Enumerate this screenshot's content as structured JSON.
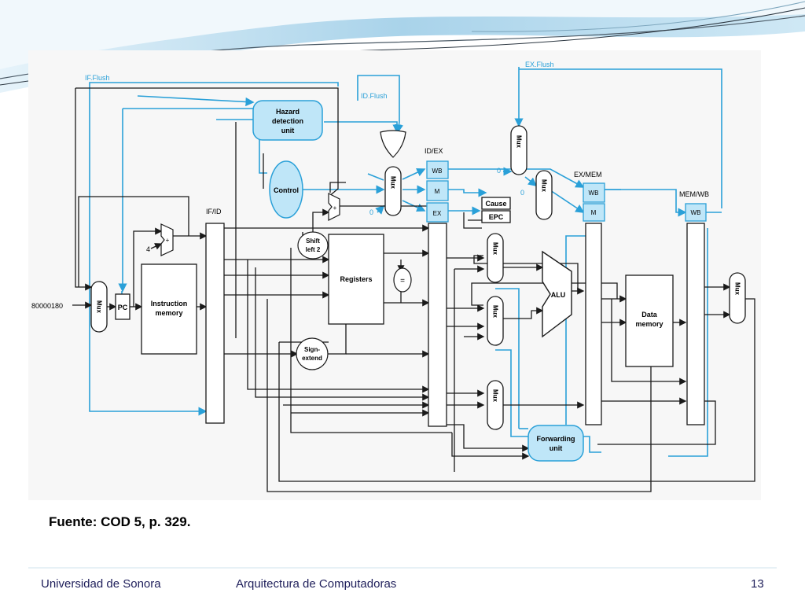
{
  "slide": {
    "caption": "Fuente: COD 5, p. 329.",
    "footer_left": "Universidad de Sonora",
    "footer_center": "Arquitectura de Computadoras",
    "page_number": "13"
  },
  "diagram": {
    "signals": {
      "if_flush": "IF.Flush",
      "id_flush": "ID.Flush",
      "ex_flush": "EX.Flush"
    },
    "constant_address": "80000180",
    "constant_four": "4",
    "constant_zero": "0",
    "units": {
      "hazard_detection": [
        "Hazard",
        "detection",
        "unit"
      ],
      "control": "Control",
      "pc": "PC",
      "instruction_memory": [
        "Instruction",
        "memory"
      ],
      "registers": "Registers",
      "shift_left": [
        "Shift",
        "left 2"
      ],
      "sign_extend": [
        "Sign-",
        "extend"
      ],
      "equal": "=",
      "alu": "ALU",
      "data_memory": [
        "Data",
        "memory"
      ],
      "forwarding": [
        "Forwarding",
        "unit"
      ],
      "cause": "Cause",
      "epc": "EPC",
      "mux": "Mux"
    },
    "pipeline_registers": {
      "if_id": "IF/ID",
      "id_ex": "ID/EX",
      "ex_mem": "EX/MEM",
      "mem_wb": "MEM/WB"
    },
    "fields": {
      "wb": "WB",
      "m": "M",
      "ex": "EX"
    },
    "colors": {
      "control_wire": "#2aa0d8",
      "data_wire": "#1a1a1a",
      "unit_fill": "#bfe6f8"
    }
  }
}
